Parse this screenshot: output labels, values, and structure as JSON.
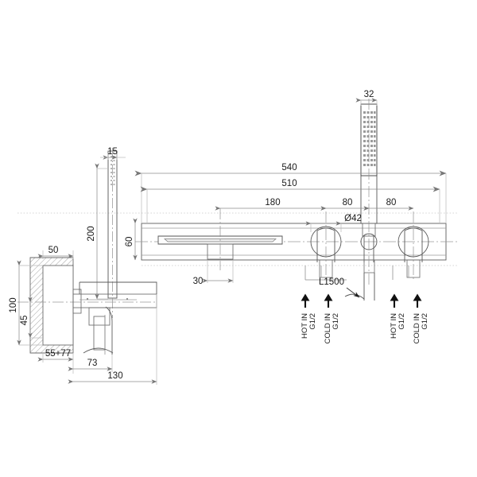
{
  "drawing": {
    "title": "Wall-mounted bath mixer technical dimension drawing",
    "background_color": "#ffffff",
    "line_color": "#888888",
    "object_line_color": "#555555",
    "text_color": "#1a1a1a",
    "units": "mm"
  },
  "dimensions": {
    "overall_width": "540",
    "plate_width": "510",
    "spout_to_first_valve": "180",
    "valve_spacing_left": "80",
    "valve_spacing_right": "80",
    "handle_diameter": "Ø42",
    "spout_width": "30",
    "body_height": "60",
    "handshower_head_width": "32",
    "handshower_length": "200",
    "handshower_width": "15",
    "wall_thickness": "50",
    "plate_height_section": "100",
    "inner_height_section": "45",
    "wall_build_in": "55+77",
    "projection_body": "73",
    "projection_total": "130"
  },
  "annotations": {
    "hose_length": "L1500",
    "inlets": [
      {
        "id": "hot-left",
        "arrow": "up",
        "line1": "HOT IN",
        "line2": "G1/2"
      },
      {
        "id": "cold-left",
        "arrow": "up",
        "line1": "COLD IN",
        "line2": "G1/2"
      },
      {
        "id": "hot-right",
        "arrow": "up",
        "line1": "HOT IN",
        "line2": "G1/2"
      },
      {
        "id": "cold-right",
        "arrow": "up",
        "line1": "COLD IN",
        "line2": "G1/2"
      }
    ]
  },
  "views": {
    "front_view_label": "",
    "side_view_label": ""
  }
}
